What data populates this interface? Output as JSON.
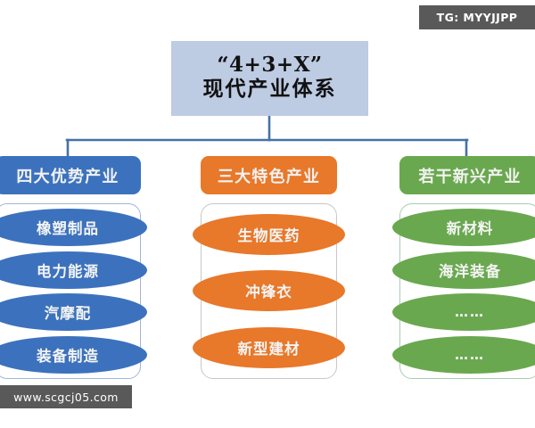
{
  "watermarks": {
    "top_right": "TG: MYYJJPP",
    "bottom_left": "www.scgcj05.com"
  },
  "title": {
    "line1": "“4+3+X”",
    "line2": "现代产业体系"
  },
  "colors": {
    "title_bg": "#bdcbe3",
    "connector": "#4472a8",
    "blue": "#3c72bd",
    "orange": "#e8782a",
    "green": "#6aa84f",
    "watermark_bg": "#595959"
  },
  "columns": [
    {
      "key": "blue",
      "header": "四大优势产业",
      "accent": "#3c72bd",
      "items": [
        "橡塑制品",
        "电力能源",
        "汽摩配",
        "装备制造"
      ]
    },
    {
      "key": "orange",
      "header": "三大特色产业",
      "accent": "#e8782a",
      "items": [
        "生物医药",
        "冲锋衣",
        "新型建材"
      ]
    },
    {
      "key": "green",
      "header": "若干新兴产业",
      "accent": "#6aa84f",
      "items": [
        "新材料",
        "海洋装备",
        "……",
        "……"
      ]
    }
  ]
}
